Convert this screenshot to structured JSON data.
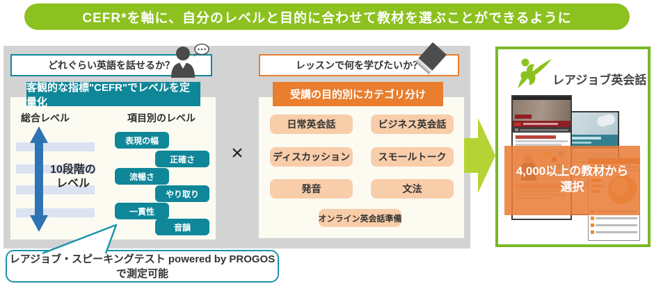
{
  "banner": {
    "title": "CEFR*を軸に、自分のレベルと目的に合わせて教材を選ぶことができるように"
  },
  "level_section": {
    "question": "どれぐらい英語を話せるか？",
    "method": "客観的な指標\"CEFR\"でレベルを定量化",
    "overall_label": "総合レベル",
    "overall_note_line1": "10段階の",
    "overall_note_line2": "レベル",
    "itemized_label": "項目別のレベル",
    "items": [
      "表現の幅",
      "正確さ",
      "流暢さ",
      "やり取り",
      "一貫性",
      "音韻"
    ]
  },
  "operator": "×",
  "purpose_section": {
    "question": "レッスンで何を学びたいか？",
    "method": "受講の目的別にカテゴリ分け",
    "categories": [
      "日常英会話",
      "ビジネス英会話",
      "ディスカッション",
      "スモールトーク",
      "発音",
      "文法",
      "オンライン英会話準備"
    ]
  },
  "speaking_test": {
    "line1": "レアジョブ・スピーキングテスト powered by PROGOS",
    "line2": "で測定可能"
  },
  "result_section": {
    "brand": "レアジョブ英会話",
    "overlay_line1": "4,000以上の教材から",
    "overlay_line2": "選択"
  },
  "colors": {
    "banner_green": "#8cc11f",
    "panel_border_green": "#7ab827",
    "teal": "#0f8799",
    "orange": "#e87e2e",
    "peach": "#f8cda9",
    "arrow_blue": "#2e74b5",
    "arrow_chartreuse": "#b5d433",
    "panel_gray": "#d3d3d3"
  }
}
